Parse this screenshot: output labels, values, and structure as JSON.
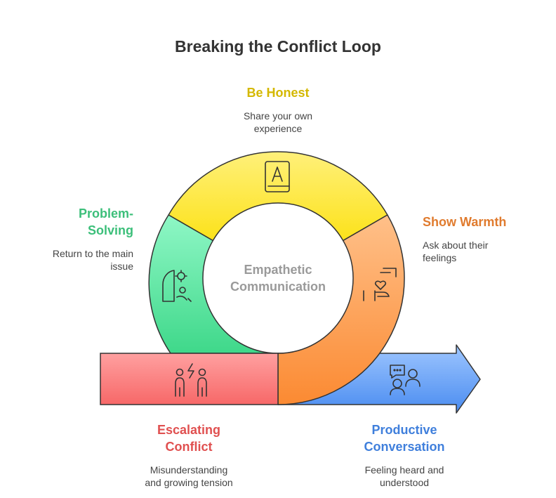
{
  "title": "Breaking the Conflict Loop",
  "center": {
    "line1": "Empathetic",
    "line2": "Communication"
  },
  "stages": {
    "be_honest": {
      "title": "Be Honest",
      "desc1": "Share your own",
      "desc2": "experience",
      "color": "#d4b800",
      "icon": "book-icon"
    },
    "show_warmth": {
      "title": "Show Warmth",
      "desc1": "Ask about their",
      "desc2": "feelings",
      "color": "#e07b2e",
      "icon": "hand-heart-icon"
    },
    "problem_solving": {
      "title1": "Problem-",
      "title2": "Solving",
      "desc1": "Return to the main",
      "desc2": "issue",
      "color": "#3cbf7a",
      "icon": "head-gears-icon"
    },
    "escalating_conflict": {
      "title1": "Escalating",
      "title2": "Conflict",
      "desc1": "Misunderstanding",
      "desc2": "and growing tension",
      "color": "#e05050",
      "icon": "conflict-people-icon"
    },
    "productive_conversation": {
      "title1": "Productive",
      "title2": "Conversation",
      "desc1": "Feeling heard and",
      "desc2": "understood",
      "color": "#3f7fdc",
      "icon": "chat-people-icon"
    }
  }
}
